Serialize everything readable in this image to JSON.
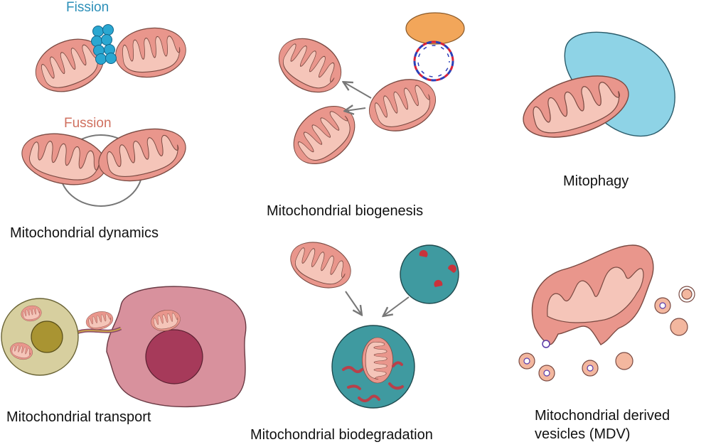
{
  "labels": {
    "fission": "Fission",
    "fussion": "Fussion",
    "dynamics": "Mitochondrial dynamics",
    "biogenesis": "Mitochondrial biogenesis",
    "mitophagy": "Mitophagy",
    "transport": "Mitochondrial transport",
    "biodegradation": "Mitochondrial biodegradation",
    "mdv_line1": "Mitochondrial derived",
    "mdv_line2": "vesicles (MDV)"
  },
  "colors": {
    "mito_outer": "#e9968c",
    "mito_inner": "#f5c5b9",
    "outline": "#7a4a42",
    "fission_protein": "#2aa7d1",
    "fission_text": "#2b8fb8",
    "fussion_text": "#d0705f",
    "dna_red": "#d9223a",
    "dna_blue": "#2a3fb8",
    "orange_body": "#f2a65a",
    "lysosome": "#3f9aa0",
    "phagophore": "#8ed3e6",
    "host_cell": "#d7cf9f",
    "host_nucleus": "#a99432",
    "recipient_cell": "#d8919d",
    "recipient_nucleus": "#a63a5a",
    "vesicle": "#f3b79f",
    "arrow": "#777777"
  }
}
